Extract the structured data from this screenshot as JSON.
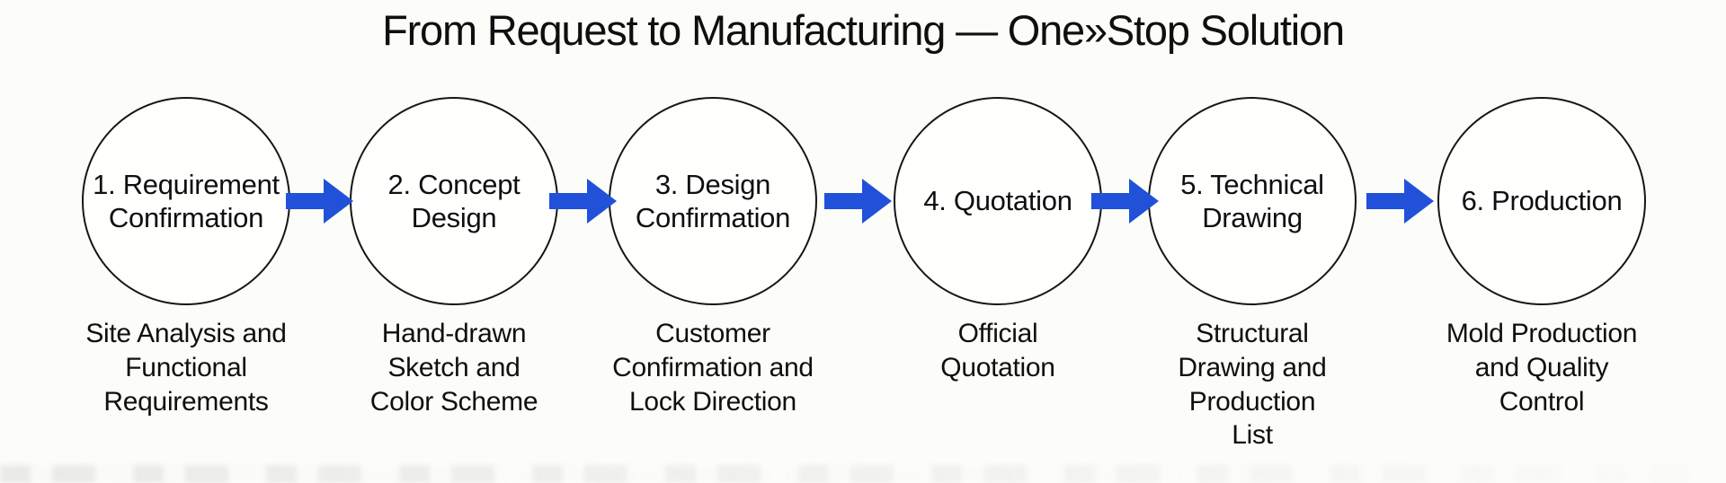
{
  "title": "From Request to Manufacturing — One»Stop Solution",
  "colors": {
    "background": "#fcfcf9",
    "text": "#0f0f0f",
    "circle_border": "#161616",
    "circle_fill": "#fffffe",
    "arrow_blue": "#2051d8"
  },
  "icons": {
    "connector": "right-arrow-icon"
  },
  "steps": [
    {
      "label": "1. Requirement\nConfirmation",
      "description": "Site Analysis and\nFunctional\nRequirements"
    },
    {
      "label": "2. Concept\nDesign",
      "description": "Hand-drawn\nSketch and\nColor Scheme"
    },
    {
      "label": "3. Design\nConfirmation",
      "description": "Customer\nConfirmation and\nLock Direction"
    },
    {
      "label": "4. Quotation",
      "description": "Official\nQuotation"
    },
    {
      "label": "5. Technical\nDrawing",
      "description": "Structural\nDrawing and\nProduction\nList"
    },
    {
      "label": "6. Production",
      "description": "Mold Production\nand Quality\nControl"
    }
  ]
}
